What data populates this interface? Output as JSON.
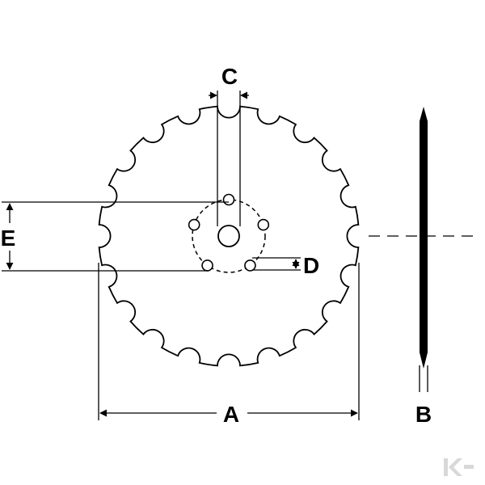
{
  "labels": {
    "A": "A",
    "B": "B",
    "C": "C",
    "D": "D",
    "E": "E"
  },
  "blade": {
    "notch_count": 20,
    "bolt_hole_count": 5
  },
  "colors": {
    "line": "#000000",
    "background": "#ffffff",
    "watermark": "#d8d8d8"
  },
  "icons": {
    "watermark": "k-logo-icon"
  }
}
